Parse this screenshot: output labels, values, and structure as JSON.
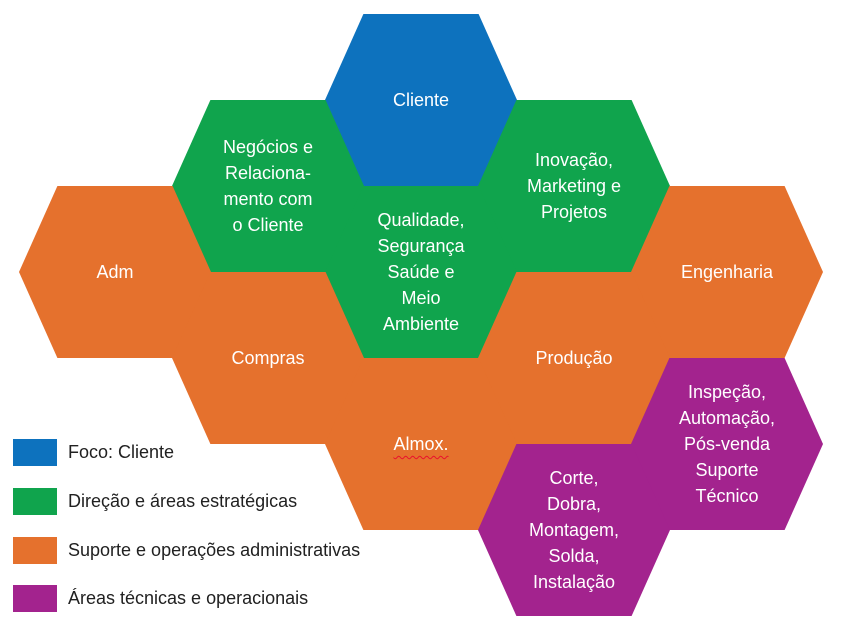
{
  "diagram": {
    "hexagons": {
      "cliente": {
        "label": "Cliente",
        "category": "foco"
      },
      "negocios": {
        "label": "Negócios e\nRelaciona-\nmento com\no Cliente",
        "category": "direcao"
      },
      "inovacao": {
        "label": "Inovação,\nMarketing e\nProjetos",
        "category": "direcao"
      },
      "adm": {
        "label": "Adm",
        "category": "suporte"
      },
      "qualidade": {
        "label": "Qualidade,\nSegurança\nSaúde e\nMeio\nAmbiente",
        "category": "direcao"
      },
      "engenharia": {
        "label": "Engenharia",
        "category": "suporte"
      },
      "compras": {
        "label": "Compras",
        "category": "suporte"
      },
      "producao": {
        "label": "Produção",
        "category": "suporte"
      },
      "almox": {
        "label": "Almox.",
        "category": "suporte",
        "spellcheck_underline": true
      },
      "corte": {
        "label": "Corte,\nDobra,\nMontagem,\nSolda,\nInstalação",
        "category": "tecnicas"
      },
      "inspecao": {
        "label": "Inspeção,\nAutomação,\nPós-venda\nSuporte\nTécnico",
        "category": "tecnicas"
      }
    },
    "legend": [
      {
        "label": "Foco: Cliente",
        "category": "foco"
      },
      {
        "label": "Direção e áreas estratégicas",
        "category": "direcao"
      },
      {
        "label": "Suporte e operações administrativas",
        "category": "suporte"
      },
      {
        "label": "Áreas técnicas e operacionais",
        "category": "tecnicas"
      }
    ],
    "colors": {
      "foco": "#0D72BE",
      "direcao": "#10A44D",
      "suporte": "#E5712D",
      "tecnicas": "#A3238E",
      "hex_text": "#FFFFFF",
      "legend_text": "#212121",
      "spellcheck_underline": "#E8112D"
    }
  }
}
